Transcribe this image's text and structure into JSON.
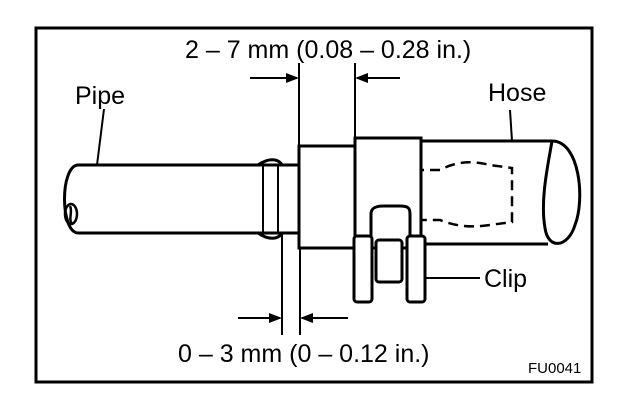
{
  "labels": {
    "top_dimension": "2 – 7 mm (0.08 – 0.28 in.)",
    "bottom_dimension": "0 – 3 mm (0 – 0.12 in.)",
    "pipe": "Pipe",
    "hose": "Hose",
    "clip": "Clip",
    "figure_code": "FU0041"
  }
}
